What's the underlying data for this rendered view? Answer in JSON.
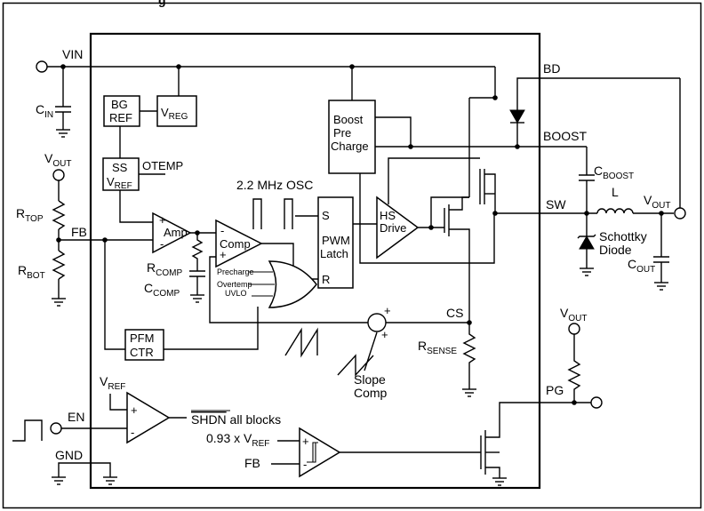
{
  "header_fragment": "g",
  "pins": {
    "vin": "VIN",
    "bd": "BD",
    "boost": "BOOST",
    "sw": "SW",
    "fb": "FB",
    "cs": "CS",
    "pg": "PG",
    "en": "EN",
    "gnd": "GND"
  },
  "blocks": {
    "bg_ref_line1": "BG",
    "bg_ref_line2": "REF",
    "vreg_main": "V",
    "vreg_sub": "REG",
    "ss_line1": "SS",
    "ss_vref_main": "V",
    "ss_vref_sub": "REF",
    "otemp": "OTEMP",
    "boost_precharge_line1": "Boost",
    "boost_precharge_line2": "Pre",
    "boost_precharge_line3": "Charge",
    "osc": "2.2 MHz OSC",
    "amp": "Amp",
    "comp": "Comp",
    "pwm_line1": "PWM",
    "pwm_line2": "Latch",
    "latch_s": "S",
    "latch_r": "R",
    "hs_line1": "HS",
    "hs_line2": "Drive",
    "or_in1": "Precharge",
    "or_in2": "Overtemp",
    "or_in3": "UVLO",
    "pfm_line1": "PFM",
    "pfm_line2": "CTR",
    "slope_line1": "Slope",
    "slope_line2": "Comp",
    "shdn_main": "SHDN",
    "shdn_rest": " all blocks",
    "pg_ref_main": "0.93 x V",
    "pg_ref_sub": "REF",
    "pg_fb": "FB"
  },
  "components": {
    "cin_main": "C",
    "cin_sub": "IN",
    "vout_main": "V",
    "vout_sub": "OUT",
    "rtop_main": "R",
    "rtop_sub": "TOP",
    "rbot_main": "R",
    "rbot_sub": "BOT",
    "rcomp_main": "R",
    "rcomp_sub": "COMP",
    "ccomp_main": "C",
    "ccomp_sub": "COMP",
    "cboost_main": "C",
    "cboost_sub": "BOOST",
    "inductor": "L",
    "schottky_line1": "Schottky",
    "schottky_line2": "Diode",
    "cout_main": "C",
    "cout_sub": "OUT",
    "rsense_main": "R",
    "rsense_sub": "SENSE",
    "vref_main": "V",
    "vref_sub": "REF"
  },
  "signs": {
    "plus": "+",
    "minus": "-"
  }
}
